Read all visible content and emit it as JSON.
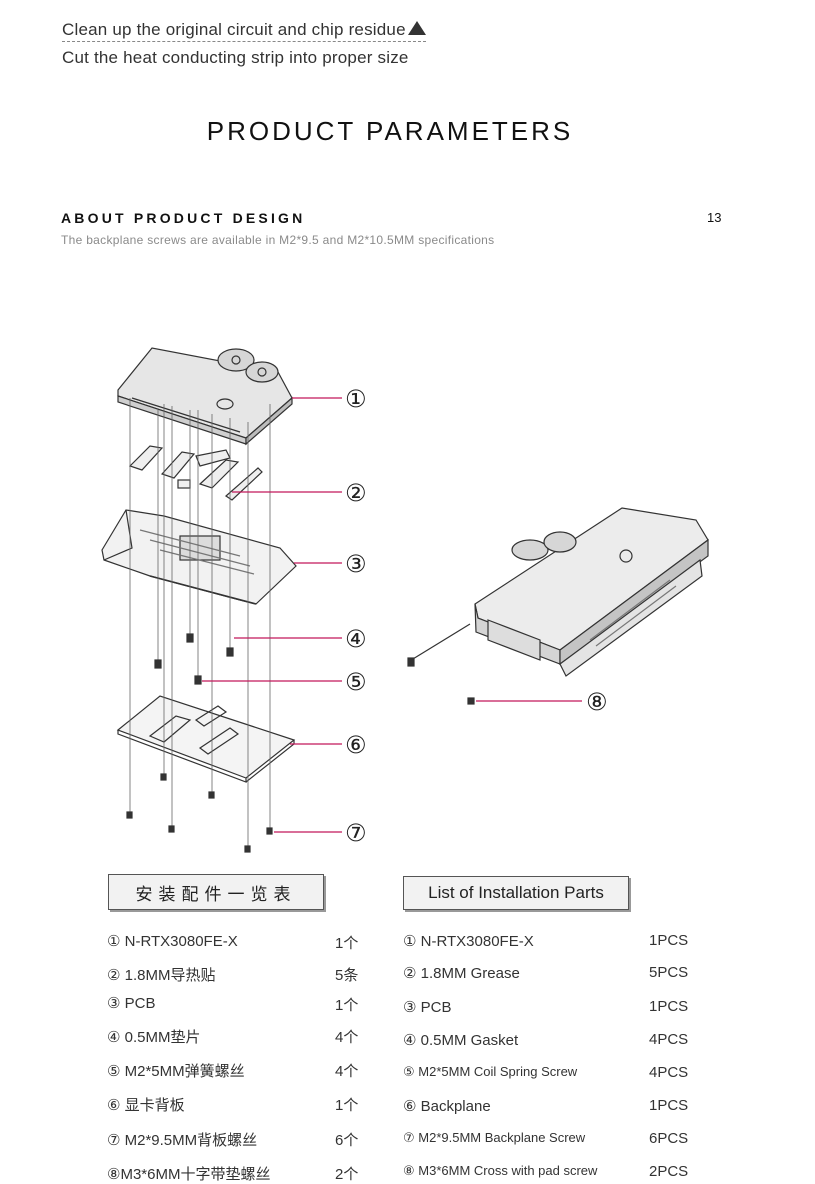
{
  "notes": {
    "line1": "Clean up the original circuit and chip residue",
    "line2": "Cut the heat conducting strip into proper size"
  },
  "title": "PRODUCT PARAMETERS",
  "section": {
    "title": "ABOUT PRODUCT DESIGN",
    "page": "13",
    "subtitle": "The backplane screws are available in M2*9.5 and M2*10.5MM specifications"
  },
  "callouts": [
    "①",
    "②",
    "③",
    "④",
    "⑤",
    "⑥",
    "⑦",
    "⑧"
  ],
  "parts_zh": {
    "title": "安装配件一览表",
    "rows": [
      {
        "name": "① N-RTX3080FE-X",
        "qty": "1个"
      },
      {
        "name": "② 1.8MM导热贴",
        "qty": "5条"
      },
      {
        "name": "③ PCB",
        "qty": "1个"
      },
      {
        "name": "④ 0.5MM垫片",
        "qty": "4个"
      },
      {
        "name": "⑤ M2*5MM弹簧螺丝",
        "qty": "4个"
      },
      {
        "name": "⑥ 显卡背板",
        "qty": "1个"
      },
      {
        "name": "⑦ M2*9.5MM背板螺丝",
        "qty": "6个"
      },
      {
        "name": "⑧M3*6MM十字带垫螺丝",
        "qty": "2个"
      }
    ]
  },
  "parts_en": {
    "title": "List of Installation Parts",
    "rows": [
      {
        "name": "① N-RTX3080FE-X",
        "qty": "1PCS"
      },
      {
        "name": "② 1.8MM Grease",
        "qty": "5PCS"
      },
      {
        "name": "③ PCB",
        "qty": "1PCS"
      },
      {
        "name": "④ 0.5MM Gasket",
        "qty": "4PCS"
      },
      {
        "name": "⑤ M2*5MM Coil Spring Screw",
        "qty": "4PCS"
      },
      {
        "name": "⑥ Backplane",
        "qty": "1PCS"
      },
      {
        "name": "⑦ M2*9.5MM Backplane Screw",
        "qty": "6PCS"
      },
      {
        "name": "⑧ M3*6MM Cross with pad screw",
        "qty": "2PCS"
      }
    ]
  },
  "colors": {
    "leader_line": "#c2185b",
    "text": "#333333"
  }
}
